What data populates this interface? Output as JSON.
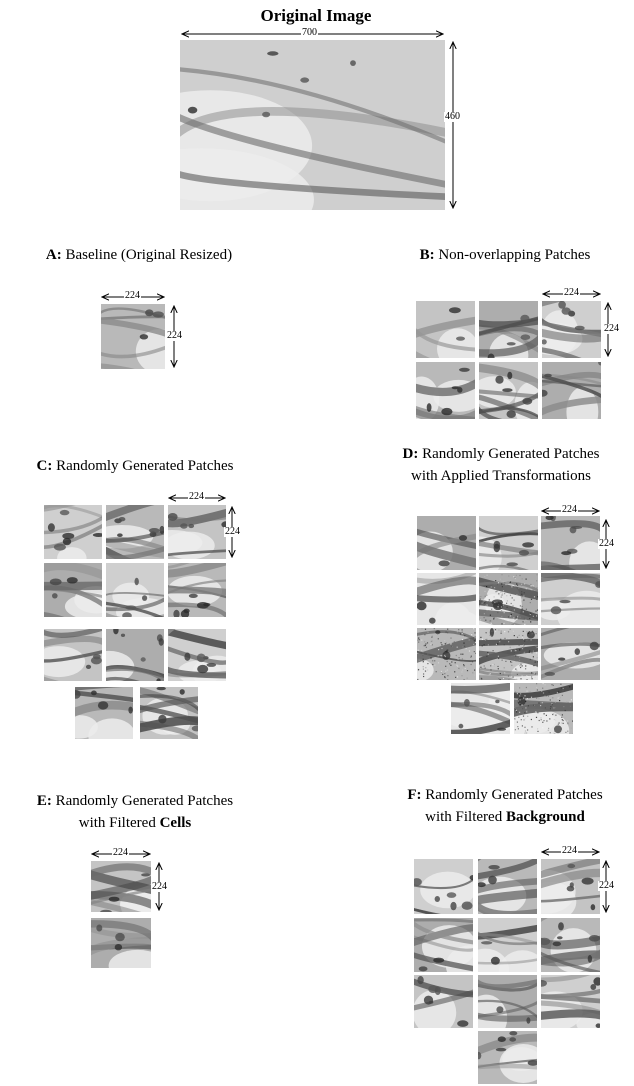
{
  "original": {
    "title": "Original Image",
    "width_label": "700",
    "height_label": "460"
  },
  "panels": {
    "a": {
      "letter": "A:",
      "text": " Baseline (Original Resized)",
      "size_label": "224"
    },
    "b": {
      "letter": "B:",
      "text": " Non-overlapping Patches",
      "size_label": "224"
    },
    "c": {
      "letter": "C:",
      "text": " Randomly Generated Patches",
      "size_label": "224"
    },
    "d": {
      "letter": "D:",
      "line1": " Randomly Generated Patches",
      "line2": "with Applied Transformations",
      "size_label": "224"
    },
    "e": {
      "letter": "E:",
      "line1": " Randomly Generated Patches",
      "line2_prefix": "with Filtered ",
      "line2_bold": "Cells",
      "size_label": "224"
    },
    "f": {
      "letter": "F:",
      "line1": " Randomly Generated Patches",
      "line2_prefix": "with Filtered ",
      "line2_bold": "Background",
      "size_label": "224"
    }
  }
}
